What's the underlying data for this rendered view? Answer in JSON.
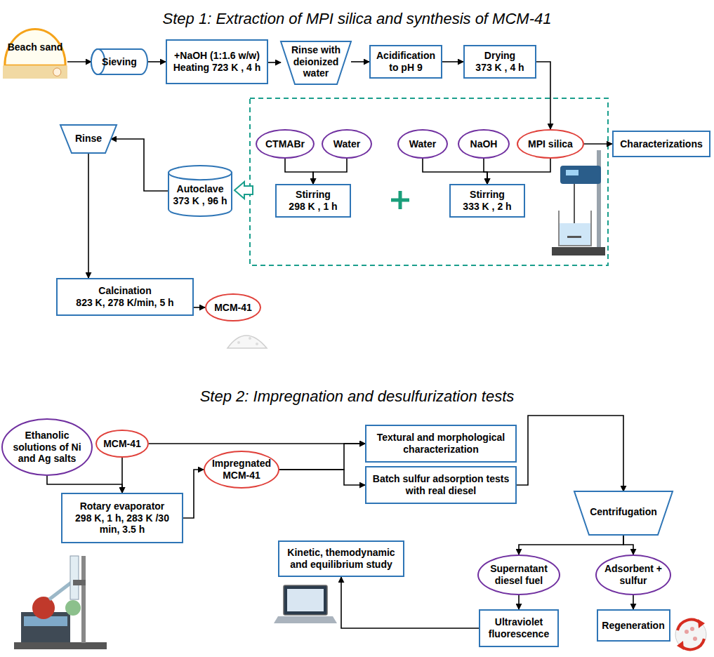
{
  "diagram": {
    "title": "Step 1: Extraction of MPI silica and synthesis of MCM-41",
    "nodes": [
      {
        "text": [
          "Beach sand"
        ]
      },
      {
        "text": [
          "Sieving"
        ]
      },
      {
        "text": [
          "+NaOH (1:1.6 w/w)",
          "Heating 723 K , 4 h"
        ]
      },
      {
        "text": [
          "Rinse with deionized water"
        ]
      },
      {
        "text": [
          "Acidification to pH 9"
        ]
      },
      {
        "text": [
          "Drying",
          "373 K , 4 h"
        ]
      },
      {
        "text": [
          "CTMABr"
        ]
      },
      {
        "text": [
          "Water"
        ]
      },
      {
        "text": [
          "Water"
        ]
      },
      {
        "text": [
          "NaOH"
        ]
      },
      {
        "text": [
          "MPI silica"
        ]
      },
      {
        "text": [
          "Characterizations"
        ]
      },
      {
        "text": [
          "Stirring",
          "298 K , 1 h"
        ]
      },
      {
        "text": [
          "Stirring",
          "333 K , 2 h"
        ]
      },
      {
        "text": [
          "Rinse"
        ]
      },
      {
        "text": [
          "Autoclave",
          "373 K , 96 h"
        ]
      },
      {
        "text": [
          "Calcination",
          "823 K, 278 K/min, 5 h"
        ]
      },
      {
        "text": [
          "MCM-41"
        ]
      },
      {
        "text": [
          "Ethanolic solutions of Ni and Ag salts"
        ]
      },
      {
        "text": [
          "MCM-41"
        ]
      },
      {
        "text": [
          "Rotary evaporator",
          "298 K, 1 h, 283 K /30 min, 3.5 h"
        ]
      },
      {
        "text": [
          "Impregnated MCM-41"
        ]
      },
      {
        "text": [
          "Textural and morphological characterization"
        ]
      },
      {
        "text": [
          "Batch sulfur adsorption tests with real diesel"
        ]
      },
      {
        "text": [
          "Centrifugation"
        ]
      },
      {
        "text": [
          "Supernatant diesel fuel"
        ]
      },
      {
        "text": [
          "Adsorbent + sulfur"
        ]
      },
      {
        "text": [
          "Kinetic, themodynamic and equilibrium study"
        ]
      },
      {
        "text": [
          "Ultraviolet fluorescence"
        ]
      },
      {
        "text": [
          "Regeneration"
        ]
      }
    ],
    "edges": [
      {
        "from": 0,
        "to": 1,
        "arrow": "to"
      },
      {
        "from": 1,
        "to": 2,
        "arrow": "to"
      },
      {
        "from": 2,
        "to": 3,
        "arrow": "to"
      },
      {
        "from": 3,
        "to": 4,
        "arrow": "to"
      },
      {
        "from": 4,
        "to": 5,
        "arrow": "to"
      },
      {
        "from": 5,
        "to": 10,
        "arrow": "to"
      },
      {
        "from": 10,
        "to": 11,
        "arrow": "to"
      },
      {
        "from": 6,
        "to": 12,
        "arrow": "to"
      },
      {
        "from": 7,
        "to": 12,
        "arrow": "to"
      },
      {
        "from": 8,
        "to": 13,
        "arrow": "to"
      },
      {
        "from": 9,
        "to": 13,
        "arrow": "to"
      },
      {
        "from": 10,
        "to": 13,
        "arrow": "to"
      },
      {
        "from": 15,
        "to": 14,
        "arrow": "to"
      },
      {
        "from": 14,
        "to": 16,
        "arrow": "to"
      },
      {
        "from": 16,
        "to": 17,
        "arrow": "to"
      },
      {
        "from": 18,
        "to": 20,
        "arrow": "to"
      },
      {
        "from": 19,
        "to": 20,
        "arrow": "to"
      },
      {
        "from": 20,
        "to": 21,
        "arrow": "to"
      },
      {
        "from": 19,
        "to": 22,
        "arrow": "to"
      },
      {
        "from": 21,
        "to": 22,
        "arrow": "to"
      },
      {
        "from": 21,
        "to": 23,
        "arrow": "to"
      },
      {
        "from": 23,
        "to": 24,
        "arrow": "to"
      },
      {
        "from": 24,
        "to": 25,
        "arrow": "to"
      },
      {
        "from": 24,
        "to": 26,
        "arrow": "to"
      },
      {
        "from": 25,
        "to": 28,
        "arrow": "to"
      },
      {
        "from": 26,
        "to": 29,
        "arrow": "to"
      },
      {
        "from": 28,
        "to": 27,
        "arrow": "to"
      }
    ],
    "labels": [
      "Step 2: Impregnation and desulfurization tests"
    ]
  }
}
